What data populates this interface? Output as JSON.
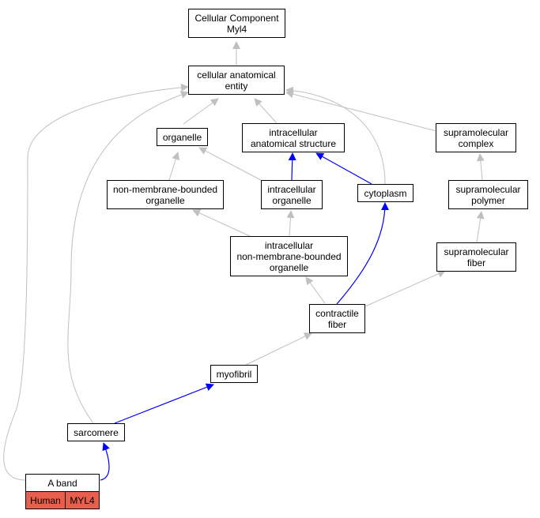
{
  "nodes": {
    "cellular_component": {
      "line1": "Cellular Component",
      "line2": "Myl4"
    },
    "cellular_anatomical_entity": {
      "line1": "cellular anatomical",
      "line2": "entity"
    },
    "organelle": {
      "line1": "organelle"
    },
    "intracellular_anatomical_structure": {
      "line1": "intracellular",
      "line2": "anatomical structure"
    },
    "supramolecular_complex": {
      "line1": "supramolecular",
      "line2": "complex"
    },
    "non_membrane_bounded_organelle": {
      "line1": "non-membrane-bounded",
      "line2": "organelle"
    },
    "intracellular_organelle": {
      "line1": "intracellular",
      "line2": "organelle"
    },
    "cytoplasm": {
      "line1": "cytoplasm"
    },
    "supramolecular_polymer": {
      "line1": "supramolecular",
      "line2": "polymer"
    },
    "intracellular_nmb_organelle": {
      "line1": "intracellular",
      "line2": "non-membrane-bounded",
      "line3": "organelle"
    },
    "supramolecular_fiber": {
      "line1": "supramolecular",
      "line2": "fiber"
    },
    "contractile_fiber": {
      "line1": "contractile",
      "line2": "fiber"
    },
    "myofibril": {
      "line1": "myofibril"
    },
    "sarcomere": {
      "line1": "sarcomere"
    },
    "a_band": {
      "line1": "A band",
      "tag_species": "Human",
      "tag_gene": "MYL4"
    }
  },
  "colors": {
    "is_a_edge": "#c0c0c0",
    "part_of_edge": "#0000ff",
    "annotation_tag": "#e8604c"
  }
}
